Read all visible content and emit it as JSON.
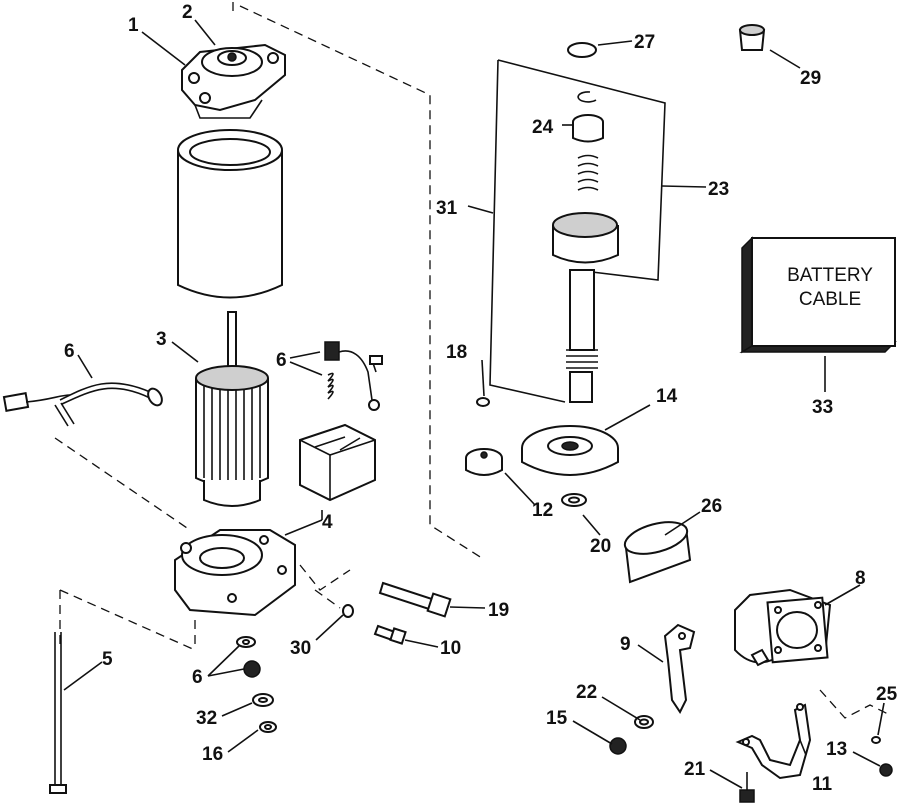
{
  "battery_cable_label": [
    "BATTERY",
    "CABLE"
  ],
  "callouts": {
    "c1": "1",
    "c2": "2",
    "c3": "3",
    "c4": "4",
    "c5": "5",
    "c6a": "6",
    "c6b": "6",
    "c6c": "6",
    "c8": "8",
    "c9": "9",
    "c10": "10",
    "c11": "11",
    "c12": "12",
    "c13": "13",
    "c14": "14",
    "c15": "15",
    "c16": "16",
    "c18": "18",
    "c19": "19",
    "c20": "20",
    "c21": "21",
    "c22": "22",
    "c23": "23",
    "c24": "24",
    "c25": "25",
    "c26": "26",
    "c27": "27",
    "c29": "29",
    "c30": "30",
    "c31": "31",
    "c32": "32",
    "c33": "33"
  }
}
